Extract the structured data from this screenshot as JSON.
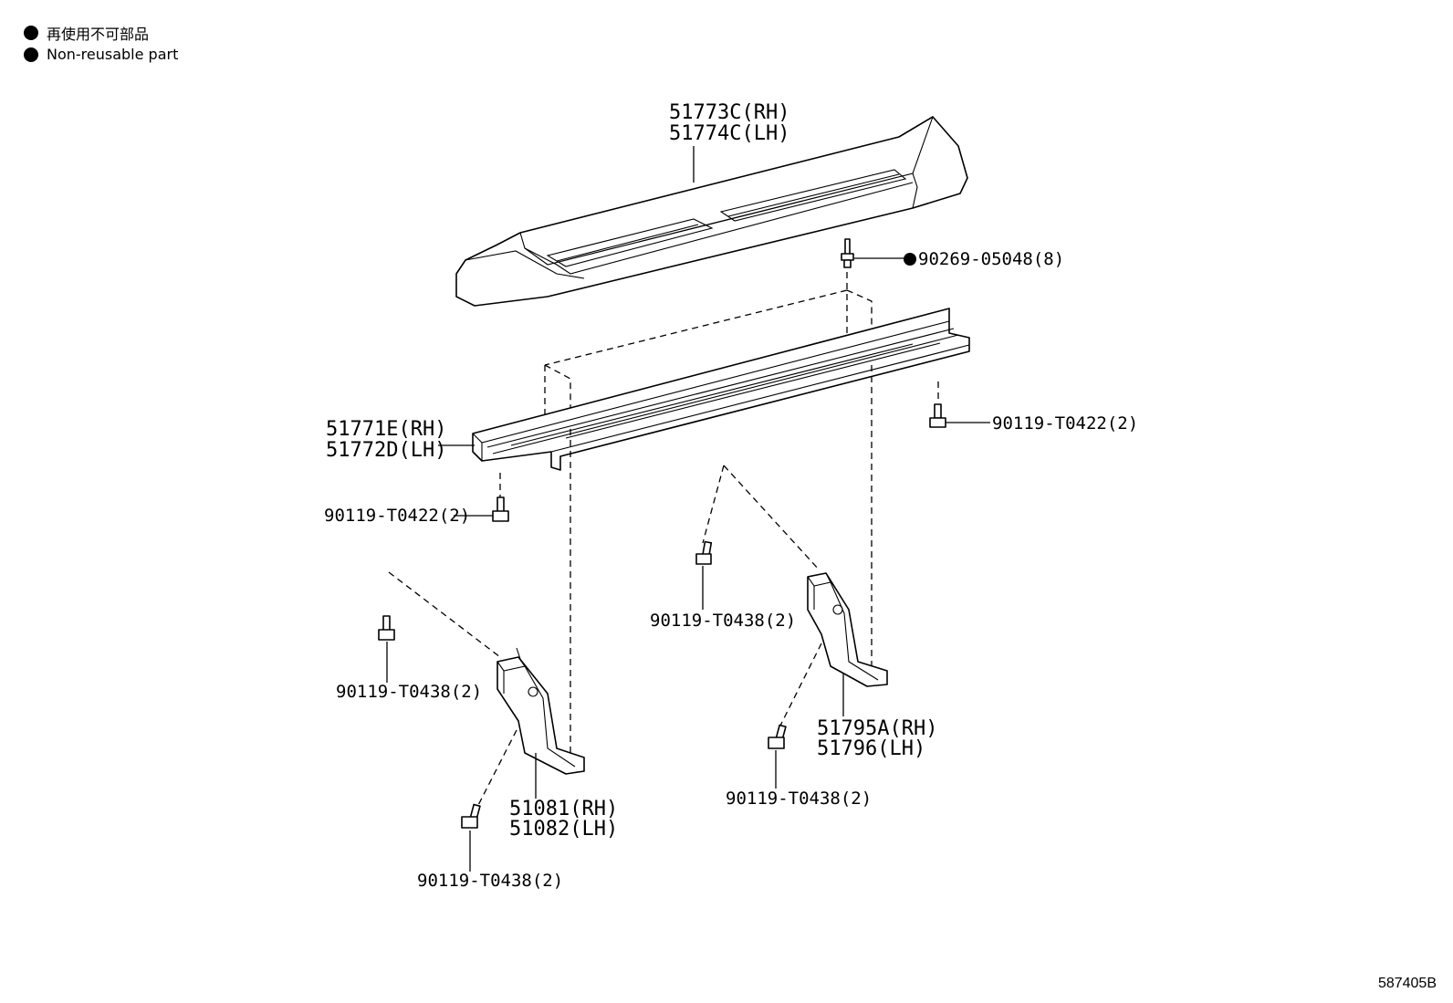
{
  "legend": [
    {
      "text": "再使用不可部品"
    },
    {
      "text": "Non-reusable part"
    }
  ],
  "labels": {
    "step_cover_rh": "51773C(RH)",
    "step_cover_lh": "51774C(LH)",
    "clip": "90269-05048(8)",
    "step_rh": "51771E(RH)",
    "step_lh": "51772D(LH)",
    "bolt_right": "90119-T0422(2)",
    "bolt_left": "90119-T0422(2)",
    "bolt_mid_upper": "90119-T0438(2)",
    "bolt_left_upper": "90119-T0438(2)",
    "bracket_rear_rh": "51795A(RH)",
    "bracket_rear_lh": "51796(LH)",
    "bolt_mid_lower": "90119-T0438(2)",
    "bracket_front_rh": "51081(RH)",
    "bracket_front_lh": "51082(LH)",
    "bolt_left_lower": "90119-T0438(2)"
  },
  "diagram_code": "587405B"
}
